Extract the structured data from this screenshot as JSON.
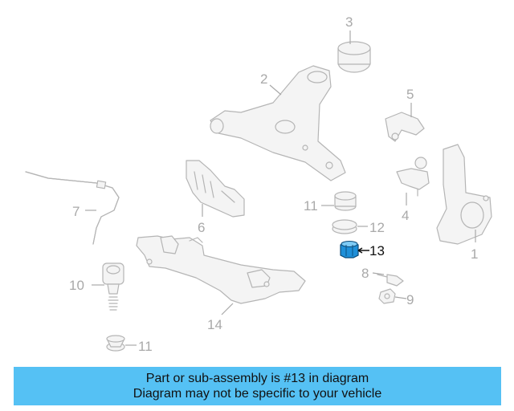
{
  "diagram": {
    "callouts": {
      "c1": "1",
      "c2": "2",
      "c3": "3",
      "c4": "4",
      "c5": "5",
      "c6": "6",
      "c7": "7",
      "c8": "8",
      "c9": "9",
      "c10": "10",
      "c11a": "11",
      "c11b": "11",
      "c12": "12",
      "c13": "13",
      "c14": "14"
    },
    "highlighted_part": "13",
    "colors": {
      "highlight_fill": "#1e8fd8",
      "banner": "#55c1f4",
      "line": "#b5b5b5"
    }
  },
  "banner": {
    "line1": "Part or sub-assembly is #13 in diagram",
    "line2": "Diagram may not be specific to your vehicle"
  }
}
